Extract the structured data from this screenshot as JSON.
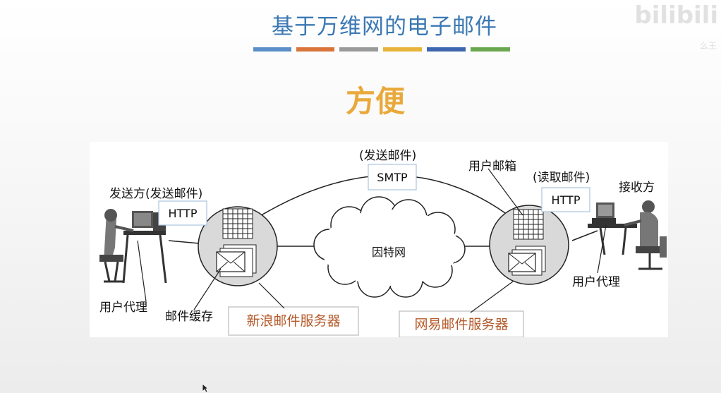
{
  "slide": {
    "title": "基于万维网的电子邮件",
    "subtitle": "方便",
    "color_bar_colors": [
      "#5b8fc8",
      "#d9743a",
      "#9a9a9a",
      "#e8b33a",
      "#3e66ae",
      "#6aa84f"
    ]
  },
  "watermark": {
    "logo": "bilibili",
    "sub": "么王"
  },
  "diagram": {
    "sender_label": "发送方(发送邮件)",
    "http_left": "HTTP",
    "send_mail_label": "(发送邮件)",
    "smtp": "SMTP",
    "mailbox_label": "用户邮箱",
    "read_mail_label": "(读取邮件)",
    "http_right": "HTTP",
    "receiver_label": "接收方",
    "internet_label": "因特网",
    "user_agent_left": "用户代理",
    "mail_cache": "邮件缓存",
    "sina_server": "新浪邮件服务器",
    "netease_server": "网易邮件服务器",
    "user_agent_right": "用户代理"
  }
}
